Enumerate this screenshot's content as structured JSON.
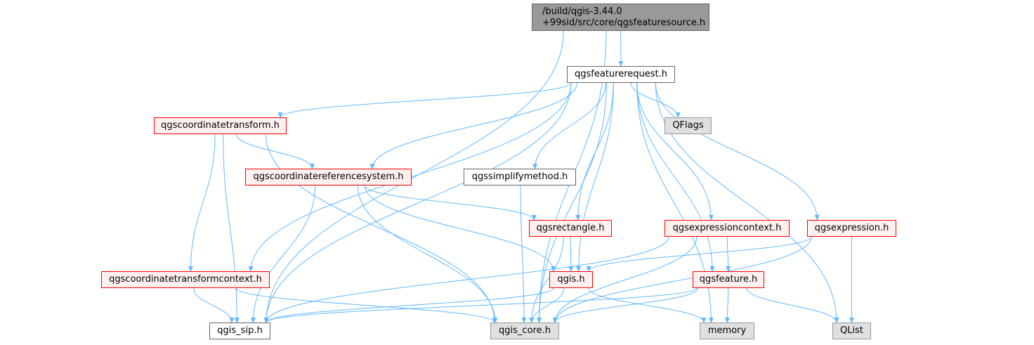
{
  "diagram": {
    "edge_color": "#63b8ff",
    "root": {
      "line1": "/build/qgis-3.44.0",
      "line2": "+99sid/src/core/qgsfeaturesource.h"
    },
    "nodes": {
      "qgsfeaturerequest": "qgsfeaturerequest.h",
      "qgscoordinatetransform": "qgscoordinatetransform.h",
      "qflags": "QFlags",
      "qgscoordinatereferencesystem": "qgscoordinatereferencesystem.h",
      "qgssimplifymethod": "qgssimplifymethod.h",
      "qgsrectangle": "qgsrectangle.h",
      "qgsexpressioncontext": "qgsexpressioncontext.h",
      "qgsexpression": "qgsexpression.h",
      "qgscoordinatetransformcontext": "qgscoordinatetransformcontext.h",
      "qgis": "qgis.h",
      "qgsfeature": "qgsfeature.h",
      "qgis_sip": "qgis_sip.h",
      "qgis_core": "qgis_core.h",
      "memory": "memory",
      "qlist": "QList"
    },
    "edges": [
      [
        "root",
        "qgsfeaturerequest"
      ],
      [
        "root",
        "qgis_sip"
      ],
      [
        "root",
        "qgis_core"
      ],
      [
        "qgsfeaturerequest",
        "qgscoordinatetransform"
      ],
      [
        "qgsfeaturerequest",
        "qflags"
      ],
      [
        "qgsfeaturerequest",
        "qgscoordinatereferencesystem"
      ],
      [
        "qgsfeaturerequest",
        "qgssimplifymethod"
      ],
      [
        "qgsfeaturerequest",
        "qgsrectangle"
      ],
      [
        "qgsfeaturerequest",
        "qgsexpressioncontext"
      ],
      [
        "qgsfeaturerequest",
        "qgsexpression"
      ],
      [
        "qgsfeaturerequest",
        "qgscoordinatetransformcontext"
      ],
      [
        "qgsfeaturerequest",
        "qgis"
      ],
      [
        "qgsfeaturerequest",
        "qgsfeature"
      ],
      [
        "qgsfeaturerequest",
        "qgis_sip"
      ],
      [
        "qgsfeaturerequest",
        "qgis_core"
      ],
      [
        "qgsfeaturerequest",
        "memory"
      ],
      [
        "qgsfeaturerequest",
        "qlist"
      ],
      [
        "qgscoordinatetransform",
        "qgscoordinatereferencesystem"
      ],
      [
        "qgscoordinatetransform",
        "qgscoordinatetransformcontext"
      ],
      [
        "qgscoordinatetransform",
        "qgis_sip"
      ],
      [
        "qgscoordinatetransform",
        "qgis_core"
      ],
      [
        "qgscoordinatereferencesystem",
        "qgsrectangle"
      ],
      [
        "qgscoordinatereferencesystem",
        "qgis"
      ],
      [
        "qgscoordinatereferencesystem",
        "qgis_sip"
      ],
      [
        "qgscoordinatereferencesystem",
        "qgis_core"
      ],
      [
        "qgssimplifymethod",
        "qgis_core"
      ],
      [
        "qgsrectangle",
        "qgis"
      ],
      [
        "qgsrectangle",
        "qgis_core"
      ],
      [
        "qgsexpressioncontext",
        "qgsfeature"
      ],
      [
        "qgsexpressioncontext",
        "qgis_sip"
      ],
      [
        "qgsexpressioncontext",
        "qgis_core"
      ],
      [
        "qgsexpression",
        "qgis"
      ],
      [
        "qgsexpression",
        "qgis_core"
      ],
      [
        "qgsexpression",
        "qlist"
      ],
      [
        "qgscoordinatetransformcontext",
        "qgis_sip"
      ],
      [
        "qgscoordinatetransformcontext",
        "qgis_core"
      ],
      [
        "qgis",
        "qgis_sip"
      ],
      [
        "qgis",
        "qgis_core"
      ],
      [
        "qgis",
        "memory"
      ],
      [
        "qgsfeature",
        "qgis_sip"
      ],
      [
        "qgsfeature",
        "qgis_core"
      ],
      [
        "qgsfeature",
        "memory"
      ],
      [
        "qgsfeature",
        "qlist"
      ]
    ]
  }
}
